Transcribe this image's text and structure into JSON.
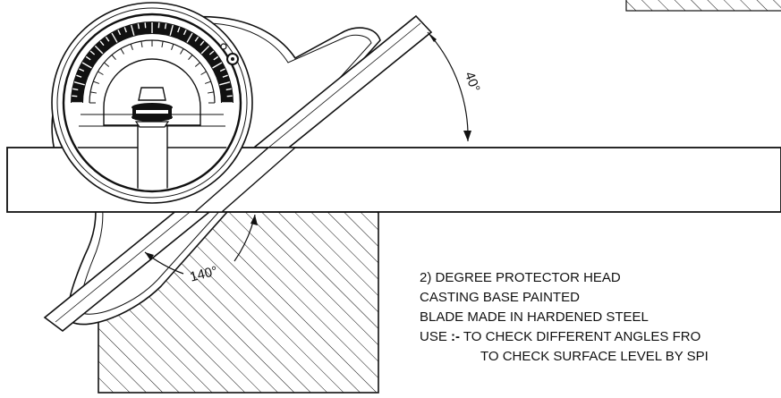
{
  "diagram": {
    "angle_upper": "40°",
    "angle_lower": "140°",
    "notes": {
      "line1": "2) DEGREE PROTECTOR HEAD",
      "line2": "CASTING BASE PAINTED",
      "line3": "BLADE MADE IN HARDENED STEEL",
      "use_label": "USE ",
      "use_sep": ":-",
      "use_text": " TO CHECK DIFFERENT ANGLES FRO",
      "line5": "TO CHECK SURFACE LEVEL BY SPI"
    }
  },
  "colors": {
    "ink": "#111111",
    "paper": "#ffffff"
  }
}
